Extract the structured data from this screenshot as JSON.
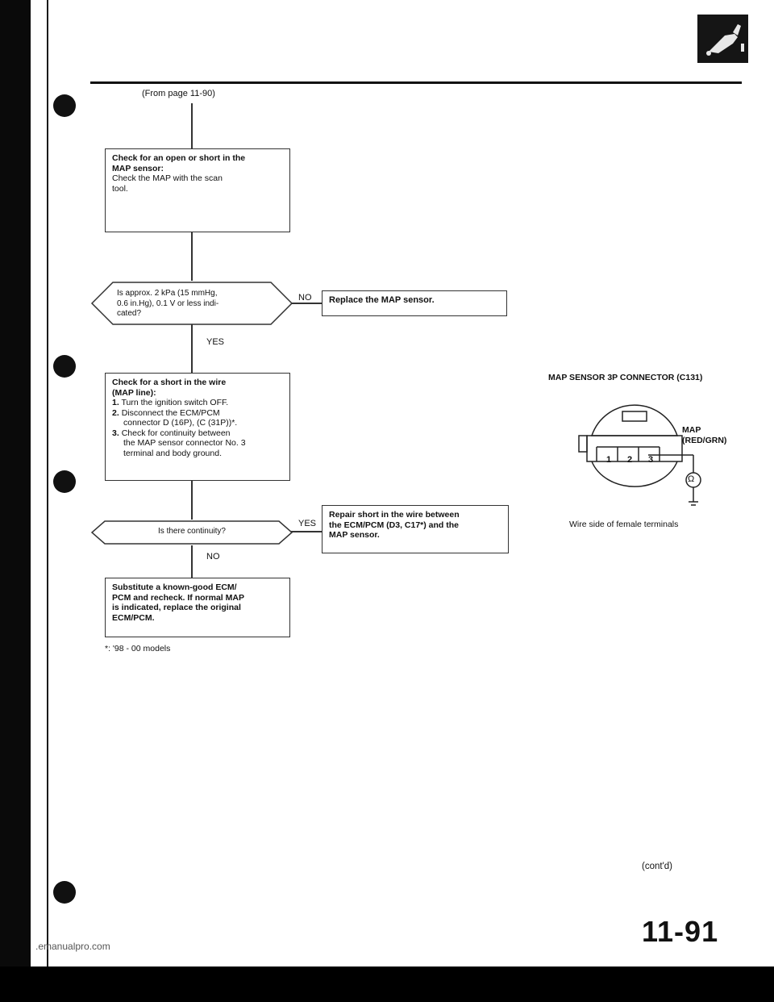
{
  "header": {
    "from_page": "(From page 11-90)"
  },
  "flowchart": {
    "step1": {
      "bold_lines": [
        "Check for an open or short in the",
        "MAP sensor:"
      ],
      "body_lines": [
        "Check the MAP with the scan",
        "tool."
      ]
    },
    "decision1": {
      "lines": [
        "Is approx. 2 kPa (15 mmHg,",
        "0.6 in.Hg), 0.1 V or less indi-",
        "cated?"
      ],
      "no_label": "NO",
      "yes_label": "YES"
    },
    "action_replace": "Replace the MAP sensor.",
    "step2": {
      "bold_lines": [
        "Check for a short in the wire",
        "(MAP line):"
      ],
      "items": [
        {
          "num": "1.",
          "text": "Turn the ignition switch OFF."
        },
        {
          "num": "2.",
          "text": "Disconnect the ECM/PCM"
        },
        {
          "num": "",
          "text": "connector D (16P), (C (31P))*."
        },
        {
          "num": "3.",
          "text": "Check for continuity between"
        },
        {
          "num": "",
          "text": "the MAP sensor connector No. 3"
        },
        {
          "num": "",
          "text": "terminal and body ground."
        }
      ]
    },
    "decision2": {
      "text": "Is there continuity?",
      "yes_label": "YES",
      "no_label": "NO"
    },
    "action_repair": {
      "lines": [
        "Repair short in the wire between",
        "the ECM/PCM (D3, C17*) and the",
        "MAP sensor."
      ]
    },
    "step3": {
      "lines": [
        "Substitute a known-good ECM/",
        "PCM and recheck. If normal MAP",
        "is indicated, replace the original",
        "ECM/PCM."
      ]
    },
    "footnote": "*: '98 - 00 models"
  },
  "connector": {
    "title": "MAP SENSOR 3P CONNECTOR (C131)",
    "pins": [
      "1",
      "2",
      "3"
    ],
    "label_line1": "MAP",
    "label_line2": "(RED/GRN)",
    "meter_symbol": "Ω",
    "caption": "Wire side of female terminals"
  },
  "footer": {
    "contd": "(cont'd)",
    "page_number": "11-91",
    "url": ".emanualpro.com"
  }
}
